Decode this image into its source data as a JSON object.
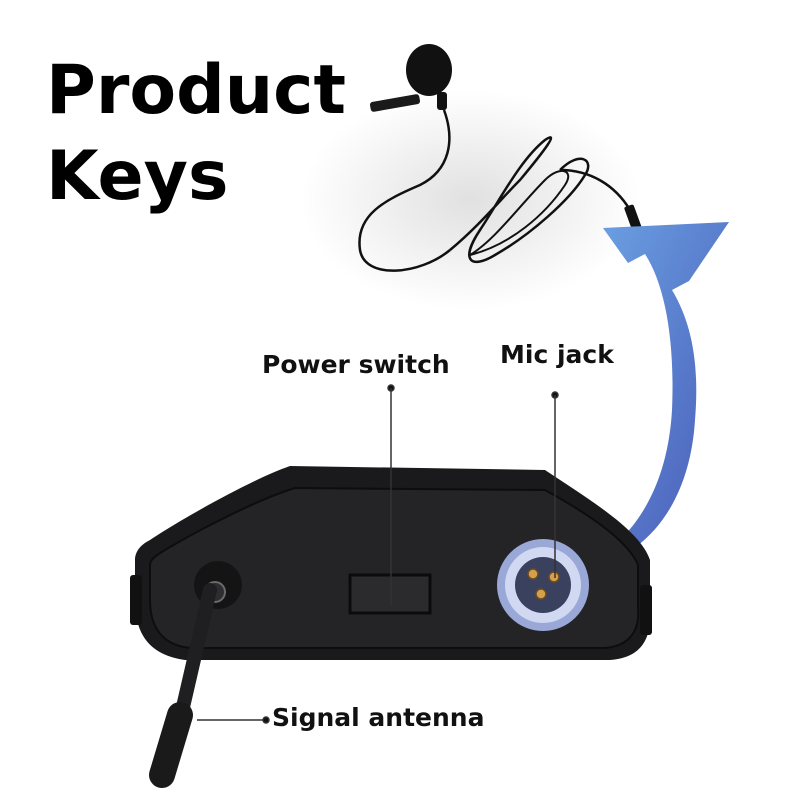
{
  "title": {
    "line1": "Product",
    "line2": "Keys"
  },
  "callouts": {
    "power_switch": "Power switch",
    "mic_jack": "Mic jack",
    "signal_antenna": "Signal antenna"
  },
  "colors": {
    "arrow_start": "#6a9fe0",
    "arrow_end": "#4a5cb8",
    "device_body": "#1c1c1e",
    "connector_ring": "#b9c6ea"
  }
}
